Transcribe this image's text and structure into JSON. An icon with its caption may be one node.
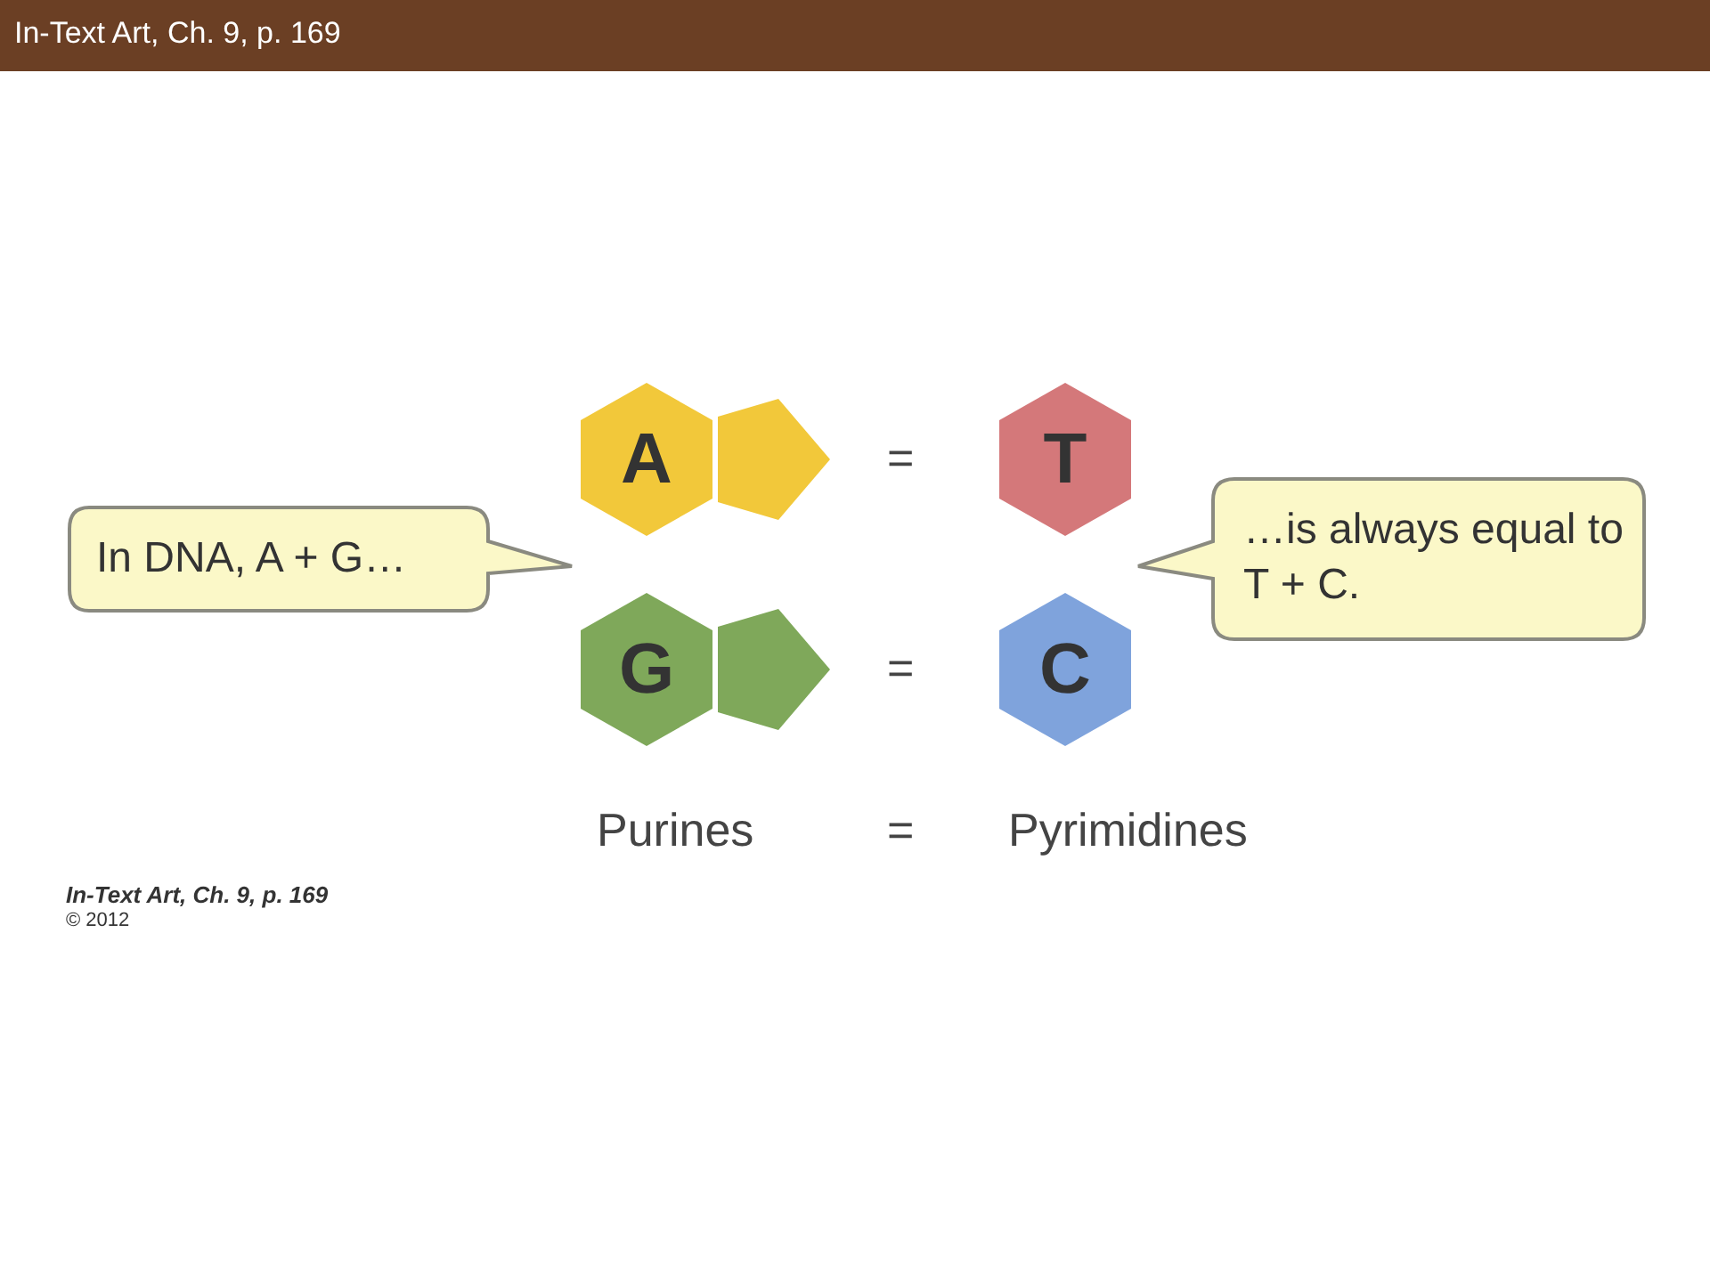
{
  "diagram": {
    "title": "In-Text Art, Ch. 9, p. 169",
    "nodes": [
      {
        "text": [
          "A"
        ]
      },
      {
        "text": [
          "T"
        ]
      },
      {
        "text": [
          "In DNA, A + G…"
        ]
      },
      {
        "text": [
          "…is always equal to T + C."
        ]
      },
      {
        "text": [
          "G"
        ]
      },
      {
        "text": [
          "C"
        ]
      }
    ],
    "labels": [
      "=",
      "=",
      "Purines",
      "=",
      "Pyrimidines",
      "© 2012"
    ],
    "caption": "In-Text Art, Ch. 9, p. 169"
  }
}
